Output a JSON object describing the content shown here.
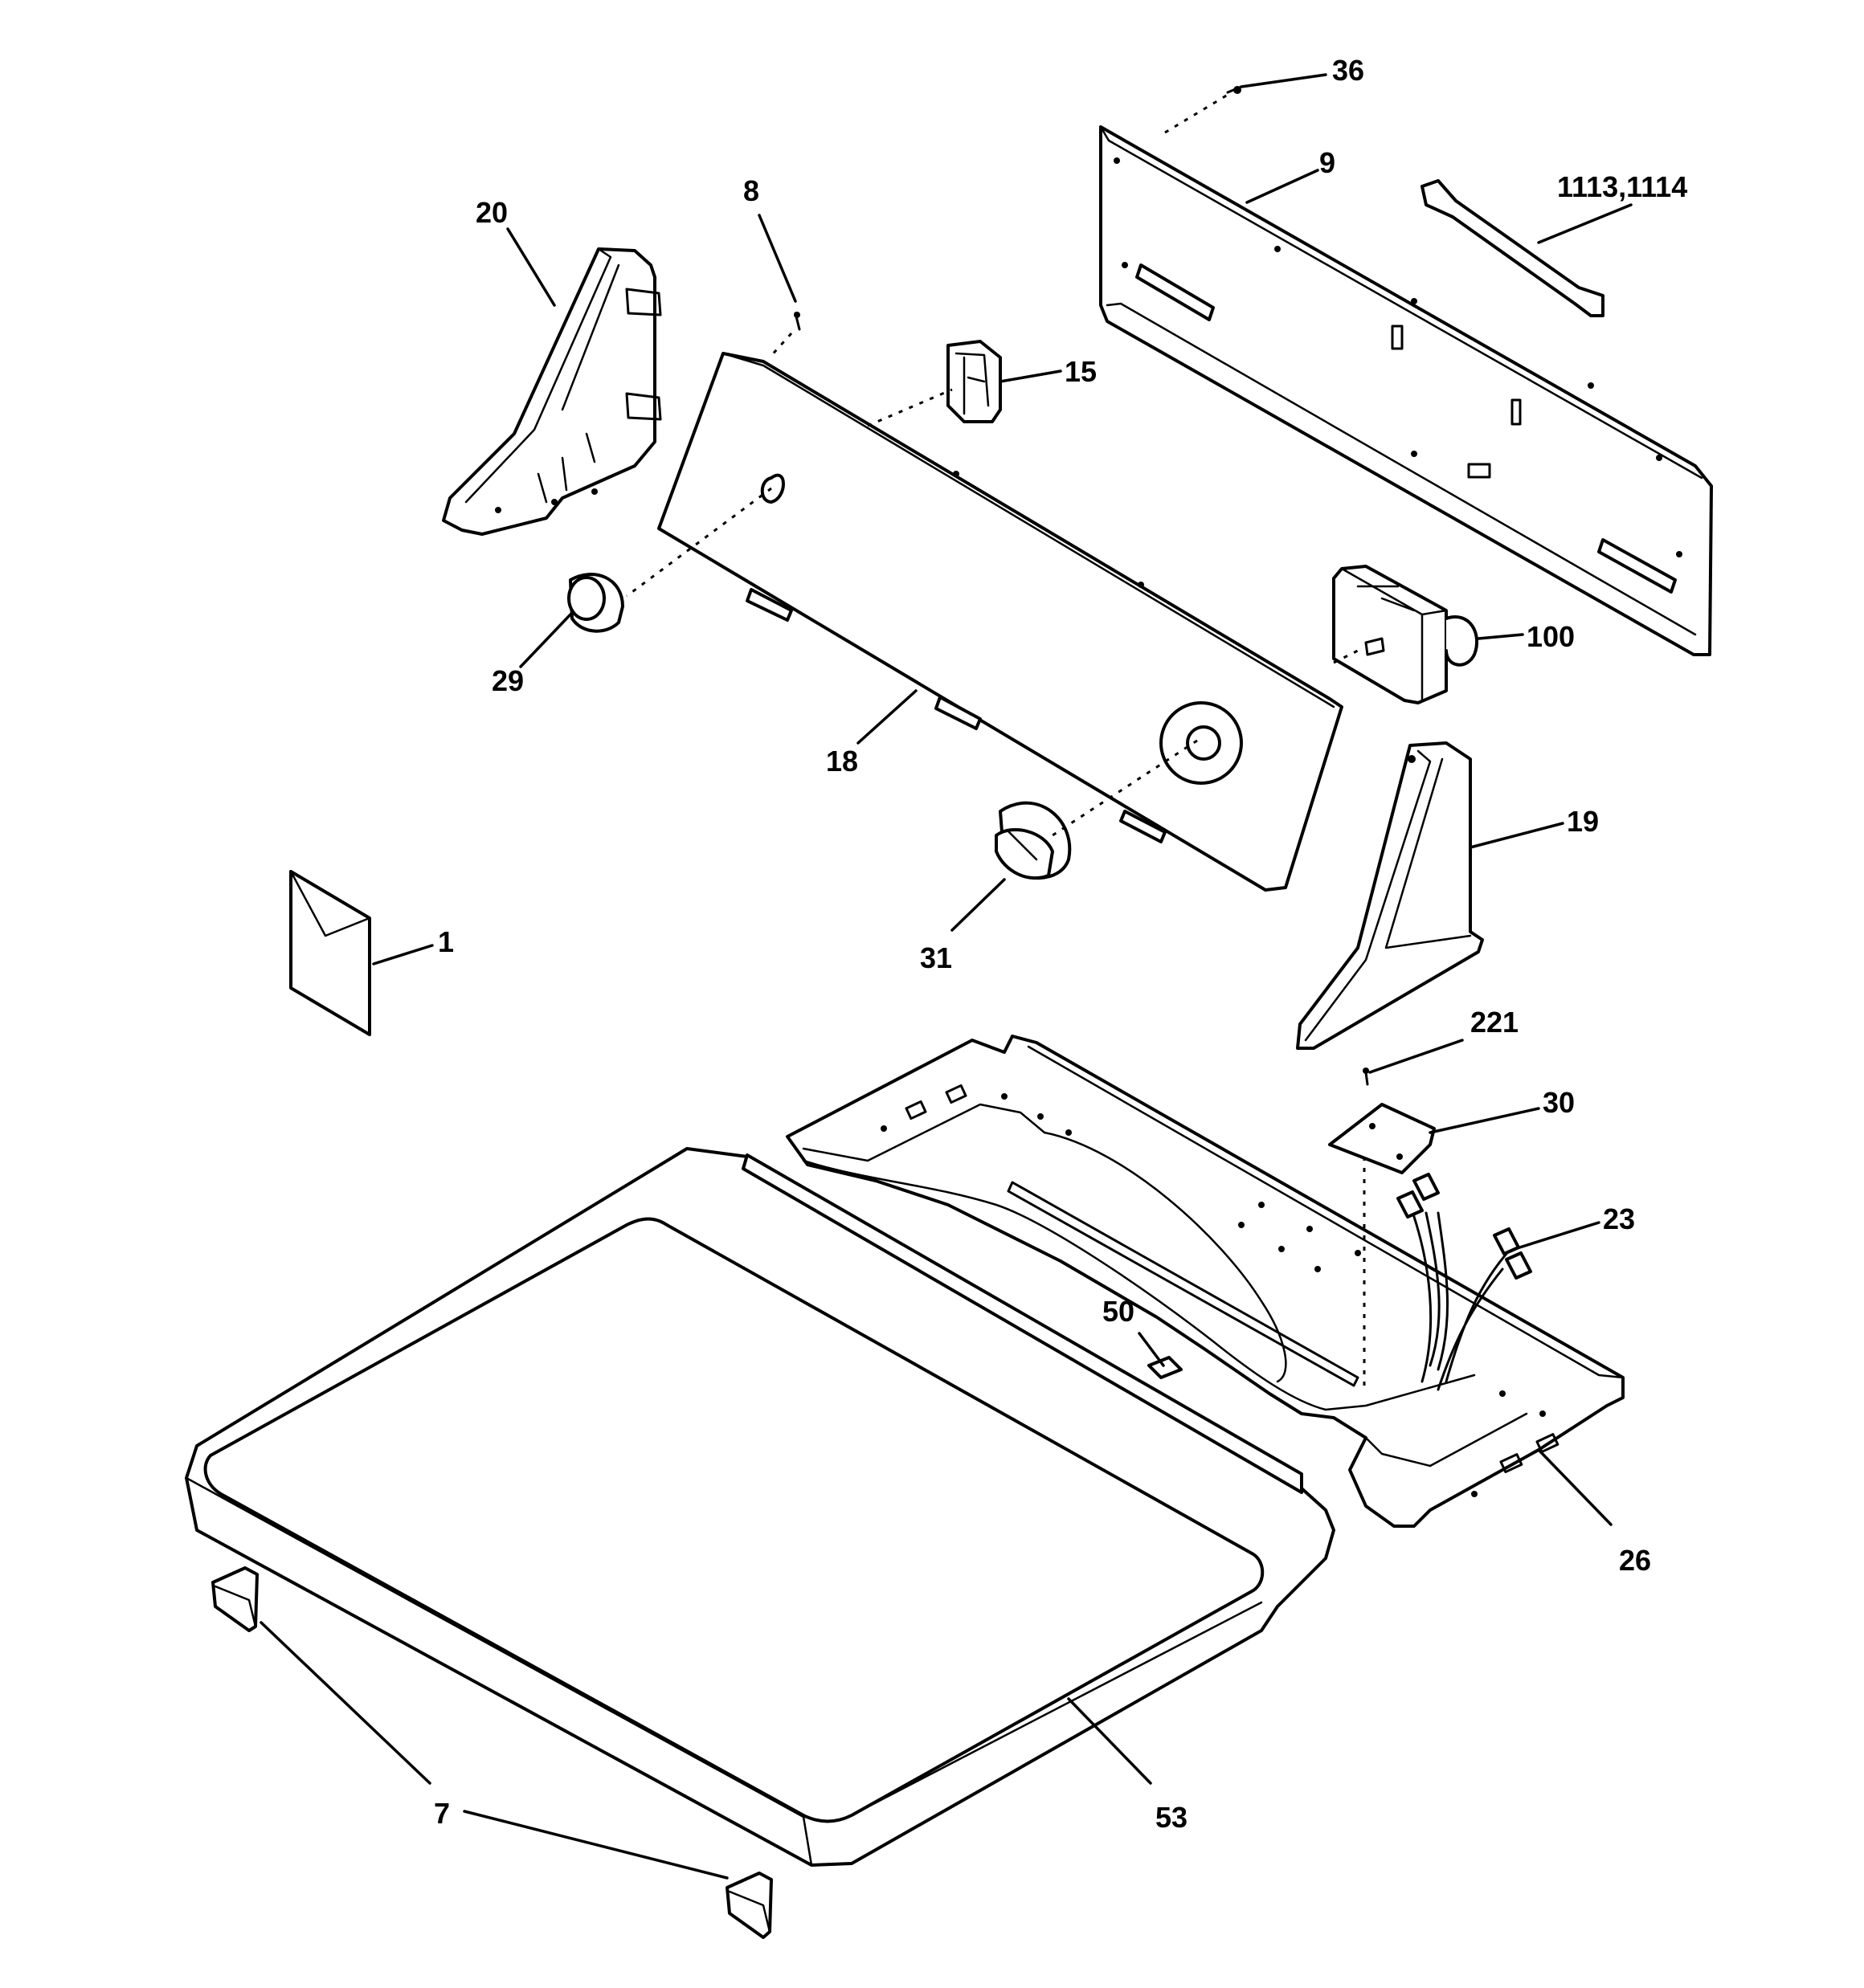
{
  "diagram": {
    "callouts": [
      {
        "id": "c36",
        "label": "36"
      },
      {
        "id": "c9",
        "label": "9"
      },
      {
        "id": "c1113",
        "label": "1113,1114"
      },
      {
        "id": "c20",
        "label": "20"
      },
      {
        "id": "c8",
        "label": "8"
      },
      {
        "id": "c15",
        "label": "15"
      },
      {
        "id": "c29",
        "label": "29"
      },
      {
        "id": "c100",
        "label": "100"
      },
      {
        "id": "c18",
        "label": "18"
      },
      {
        "id": "c19",
        "label": "19"
      },
      {
        "id": "c31",
        "label": "31"
      },
      {
        "id": "c1",
        "label": "1"
      },
      {
        "id": "c221",
        "label": "221"
      },
      {
        "id": "c30",
        "label": "30"
      },
      {
        "id": "c23",
        "label": "23"
      },
      {
        "id": "c50",
        "label": "50"
      },
      {
        "id": "c26",
        "label": "26"
      },
      {
        "id": "c7",
        "label": "7"
      },
      {
        "id": "c53",
        "label": "53"
      }
    ]
  }
}
